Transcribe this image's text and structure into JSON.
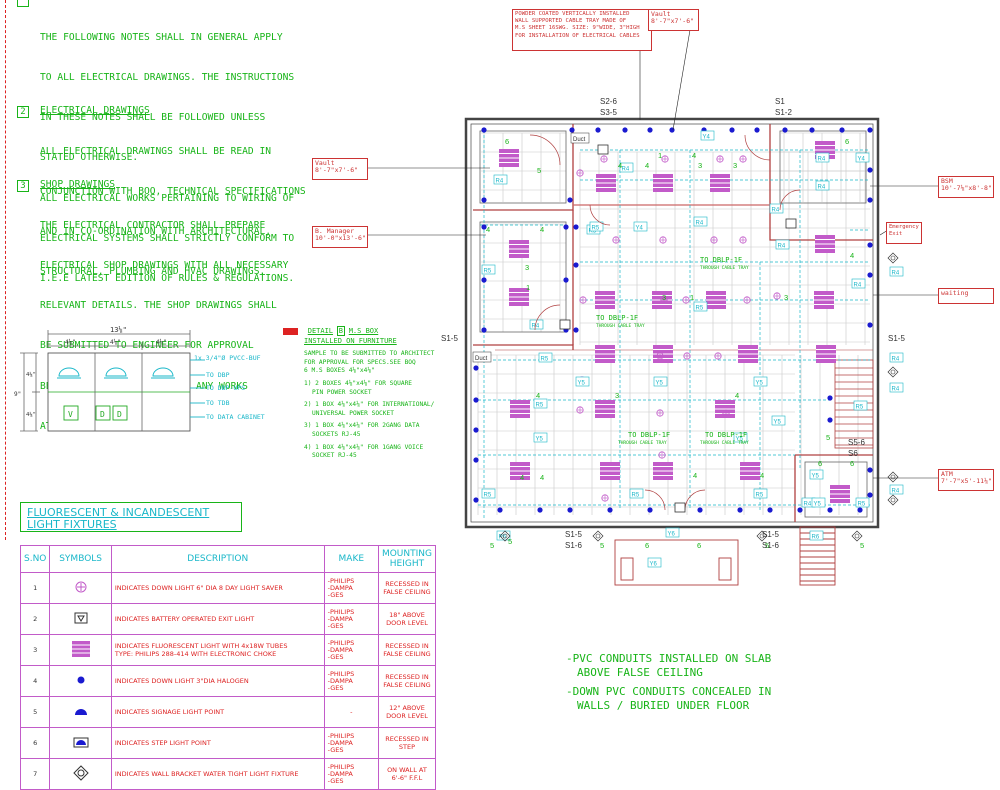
{
  "general_notes": {
    "note1_lines": [
      "THE FOLLOWING NOTES SHALL IN GENERAL APPLY",
      "TO ALL ELECTRICAL DRAWINGS. THE INSTRUCTIONS",
      "IN THESE NOTES SHALL BE FOLLOWED UNLESS",
      "STATED OTHERWISE.",
      "ALL ELECTRICAL WORKS PERTAINING TO WIRING OF",
      "ELECTRICAL SYSTEMS SHALL STRICTLY CONFORM TO",
      "I.E.E LATEST EDITION OF RULES & REGULATIONS."
    ],
    "note2_num": "2",
    "note2_title": "ELECTRICAL DRAWINGS",
    "note2_lines": [
      "ALL ELECTRICAL DRAWINGS SHALL BE READ IN",
      "CONJUNCTION WITH BOQ, TECHNICAL SPECIFICATIONS",
      "AND IN CO-ORDINATION WITH ARCHITECTURAL,",
      "STRUCTURAL, PLUMBING AND HVAC DRAWINGS."
    ],
    "note3_num": "3",
    "note3_title": "SHOP DRAWINGS",
    "note3_lines": [
      "THE ELECTRICAL CONTRACTOR SHALL PREPARE",
      "ELECTRICAL SHOP DRAWINGS WITH ALL NECESSARY",
      "RELEVANT DETAILS. THE SHOP DRAWINGS SHALL",
      "BE SUBMITTED TO ENGINEER FOR APPROVAL",
      "BEFORE THE COMMENCEMENT OF ANY WORKS",
      "AT SITE."
    ]
  },
  "ms_box_detail": {
    "width_dim": "13⅛\"",
    "seg1": "4⅛\"",
    "seg2": "4⅛\"",
    "seg3": "4⅛\"",
    "height_dim": "9\"",
    "h1": "4⅛\"",
    "h2": "4⅛\"",
    "conduit": "1x 3/4\"Ø PVCC-BUF",
    "to1": "TO DBP",
    "to2": "TO DBP-UPS",
    "to3": "TO TDB",
    "to4": "TO DATA CABINET",
    "box_v": "V",
    "box_d1": "D",
    "box_d2": "D"
  },
  "detail_note": {
    "title_prefix": "DETAIL",
    "title_letter": "B",
    "title_suffix": "M.S BOX",
    "title_line2": "INSTALLED ON FURNITURE",
    "lines": [
      "SAMPLE TO BE SUBMITTED TO ARCHITECT",
      "FOR APPROVAL FOR SPECS.SEE BOQ",
      "6 M.S BOXES 4⅛\"x4⅛\"",
      "1) 2 BOXES 4⅛\"x4⅛\" FOR SQUARE",
      "PIN POWER SOCKET",
      "2) 1 BOX 4⅛\"x4⅛\" FOR INTERNATIONAL/",
      "UNIVERSAL POWER SOCKET",
      "3) 1 BOX 4⅛\"x4⅛\" FOR 2GANG DATA",
      "SOCKETS RJ-45",
      "4) 1 BOX 4⅛\"x4⅛\" FOR 1GANG VOICE",
      "SOCKET RJ-45"
    ]
  },
  "legend": {
    "title_line1": "FLUORESCENT & INCANDESCENT",
    "title_line2": "LIGHT FIXTURES",
    "headers": [
      "S.NO",
      "SYMBOLS",
      "DESCRIPTION",
      "MAKE",
      "MOUNTING HEIGHT"
    ],
    "rows": [
      {
        "sno": "1",
        "symbol": "downlight-crossed-circle-icon",
        "desc": "INDICATES DOWN LIGHT 6\" DIA 8 DAY LIGHT SAVER",
        "make": "-PHILIPS\n-DAMPA\n-GES",
        "mount": "RECESSED IN\nFALSE CEILING"
      },
      {
        "sno": "2",
        "symbol": "exit-light-icon",
        "desc": "INDICATES BATTERY OPERATED EXIT LIGHT",
        "make": "-PHILIPS\n-DAMPA\n-GES",
        "mount": "18\" ABOVE\nDOOR LEVEL"
      },
      {
        "sno": "3",
        "symbol": "fluorescent-fixture-icon",
        "desc": "INDICATES FLUORESCENT LIGHT WITH 4x18W TUBES\nTYPE: PHILIPS 288-414 WITH ELECTRONIC CHOKE",
        "make": "-PHILIPS\n-DAMPA\n-GES",
        "mount": "RECESSED IN\nFALSE CEILING"
      },
      {
        "sno": "4",
        "symbol": "halogen-dot-icon",
        "desc": "INDICATES DOWN LIGHT 3\"DIA HALOGEN",
        "make": "-PHILIPS\n-DAMPA\n-GES",
        "mount": "RECESSED IN\nFALSE CEILING"
      },
      {
        "sno": "5",
        "symbol": "signage-light-icon",
        "desc": "INDICATES SIGNAGE LIGHT POINT",
        "make": "-",
        "mount": "12\" ABOVE\nDOOR LEVEL"
      },
      {
        "sno": "6",
        "symbol": "step-light-icon",
        "desc": "INDICATES STEP LIGHT POINT",
        "make": "-PHILIPS\n-DAMPA\n-GES",
        "mount": "RECESSED IN\nSTEP"
      },
      {
        "sno": "7",
        "symbol": "wall-bracket-light-icon",
        "desc": "INDICATES WALL BRACKET WATER TIGHT LIGHT FIXTURE",
        "make": "-PHILIPS\n-DAMPA\n-GES",
        "mount": "ON WALL AT\n6'-6\" F.F.L"
      }
    ]
  },
  "plan_tags": {
    "cable_tray": "POWDER COATED VERTICALLY INSTALLED\nWALL SUPPORTED CABLE TRAY MADE OF\nM.S SHEET 16SWG. SIZE: 9\"WIDE, 3\"HIGH\nFOR INSTALLATION OF ELECTRICAL CABLES",
    "vault_top": "Vault\n8'-7\"x7'-6\"",
    "vault_left": "Vault\n8'-7\"x7'-6\"",
    "b_manager": "B. Manager\n10'-0\"x13'-6\"",
    "bsm": "BSM\n10'-7⅛\"x8'-8\"",
    "emergency": "Emergency\nExit",
    "waiting": "waiting",
    "atm": "ATM\n7'-7\"x5'-11⅛\""
  },
  "plan_labels": {
    "s2_6": "S2-6",
    "s3_5": "S3-5",
    "s1_top": "S1",
    "s1_2": "S1-2",
    "s1_5_left": "S1-5",
    "s1_5_right": "S1-5",
    "s5_6": "S5-6",
    "s6": "S6",
    "s1_5_bot_l": "S1-5",
    "s1_6_bot_l": "S1-6",
    "s1_5_bot_r": "S1-5",
    "s1_6_bot_r": "S1-6",
    "to_dblp1": "TO DBLP-1F",
    "through1": "THROUGH CABLE TRAY",
    "to_dblp2": "TO DBLP-1F",
    "through2": "THROUGH CABLE TRAY",
    "to_dblp3": "TO DBLP-1F",
    "through3": "THROUGH CABLE TRAY",
    "to_dblp4": "TO DBLP-1F",
    "through4": "THROUGH CABLE TRAY",
    "duct1": "Duct",
    "duct2": "Duct",
    "five": "5"
  },
  "conduit_notes": {
    "line1": "-PVC CONDUITS INSTALLED ON SLAB",
    "line2": "ABOVE FALSE CEILING",
    "line3": "-DOWN PVC CONDUITS CONCEALED IN",
    "line4": "WALLS / BURIED UNDER FLOOR"
  },
  "colors": {
    "green": "#18b418",
    "red": "#d22222",
    "magenta": "#c25bc9",
    "cyan": "#19b7c9",
    "blue": "#1a1ad0"
  }
}
